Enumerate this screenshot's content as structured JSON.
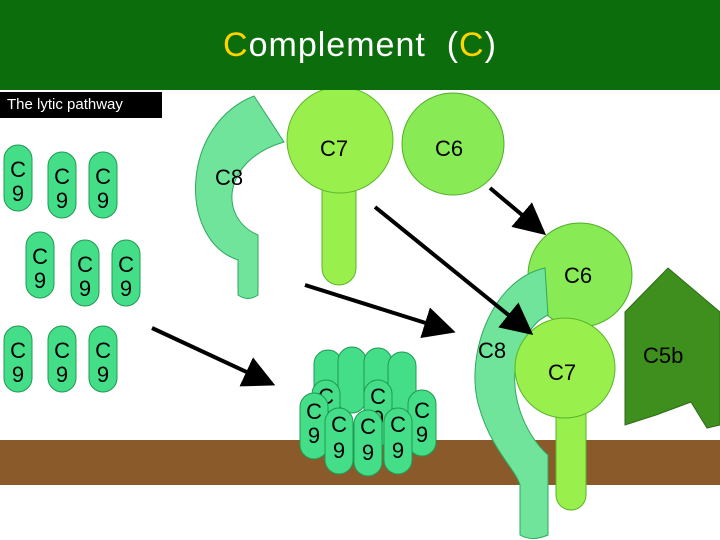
{
  "title": {
    "prefix_initial": "C",
    "word": "omplement",
    "paren_open": "(",
    "letter": "C",
    "paren_close": ")"
  },
  "subtitle": "The lytic pathway",
  "molecules": {
    "c9_letter": "C",
    "c9_digit": "9",
    "c8": "C8",
    "c7": "C7",
    "c6": "C6",
    "c5b": "C5b"
  },
  "colors": {
    "title_bar": "#0c6d0c",
    "membrane": "#8b5a2b",
    "c9": "#44dd88",
    "c8": "#6fe49a",
    "c7": "#99f04c",
    "c6": "#88ea54",
    "c5b": "#3f8f1e"
  }
}
